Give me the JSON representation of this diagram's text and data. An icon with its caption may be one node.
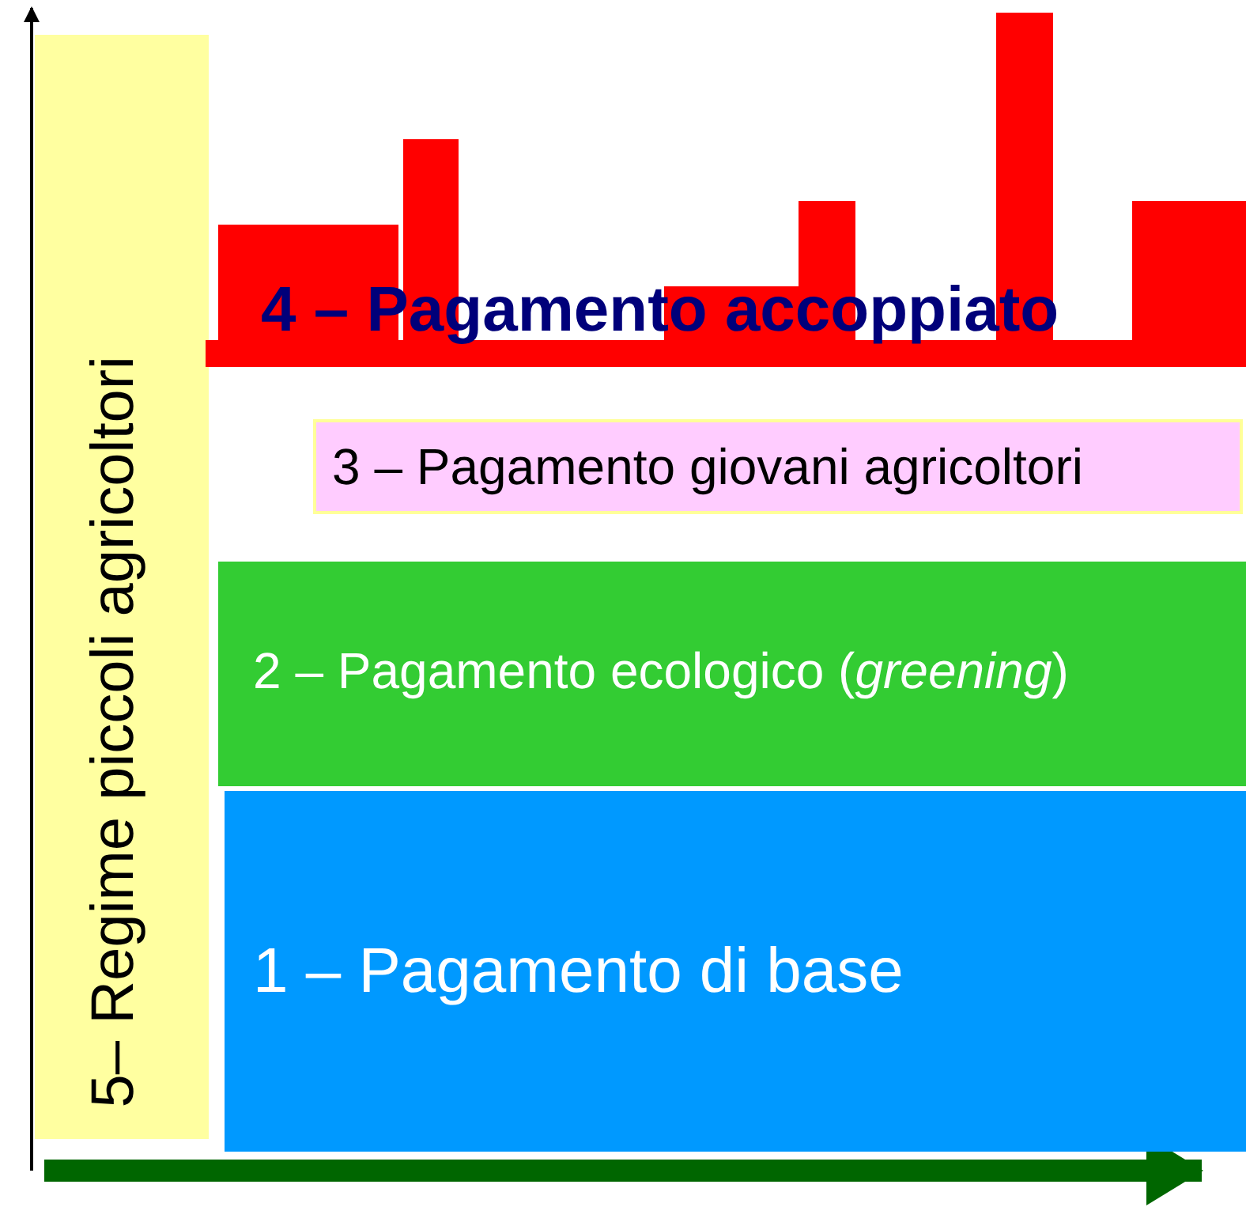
{
  "diagram": {
    "nodes": [
      {
        "text": [
          "5– Regime piccoli agricoltori"
        ]
      },
      {
        "text": [
          "4 – Pagamento accoppiato"
        ]
      },
      {
        "text": [
          "3 – Pagamento giovani agricoltori"
        ]
      },
      {
        "text": [
          "2 – Pagamento ecologico (*greening*)"
        ]
      },
      {
        "text": [
          "1 – Pagamento di base"
        ]
      }
    ],
    "edges": []
  }
}
